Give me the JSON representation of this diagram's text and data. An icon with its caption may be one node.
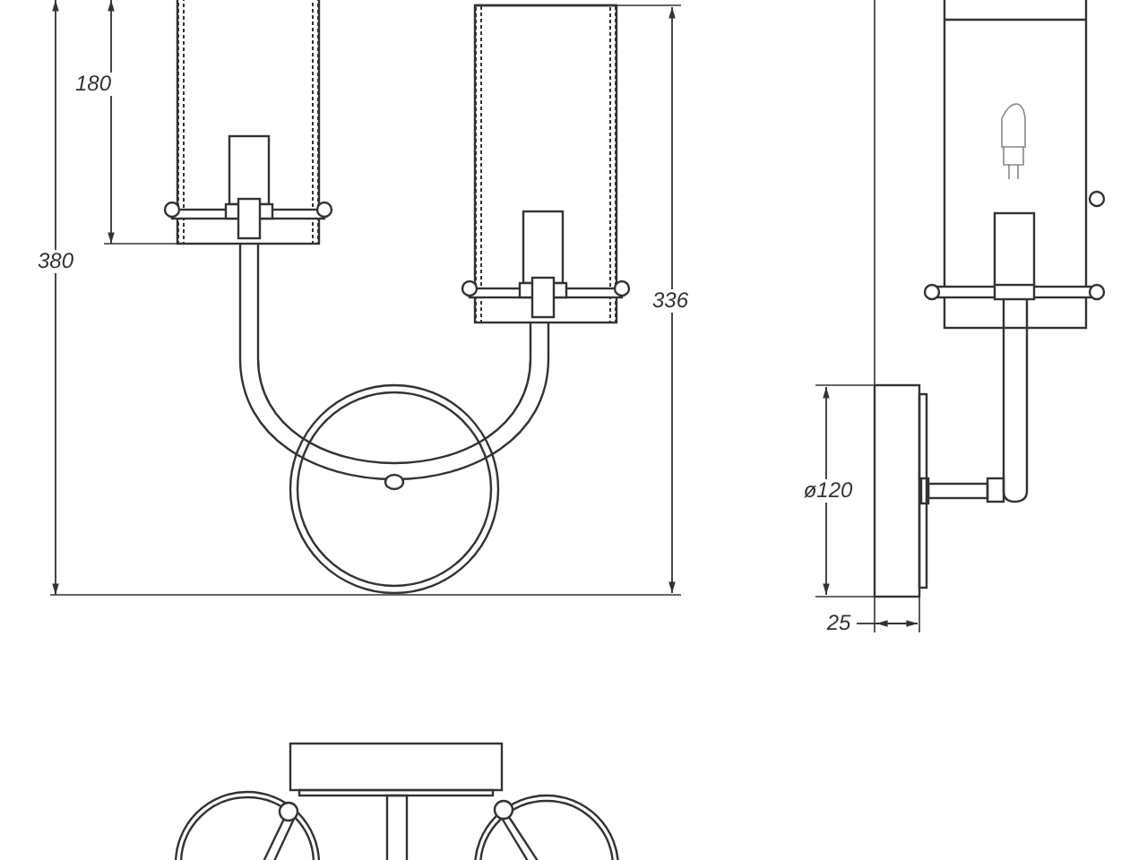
{
  "diagram": {
    "labels": [
      "180",
      "380",
      "336",
      "ø120",
      "25"
    ]
  }
}
